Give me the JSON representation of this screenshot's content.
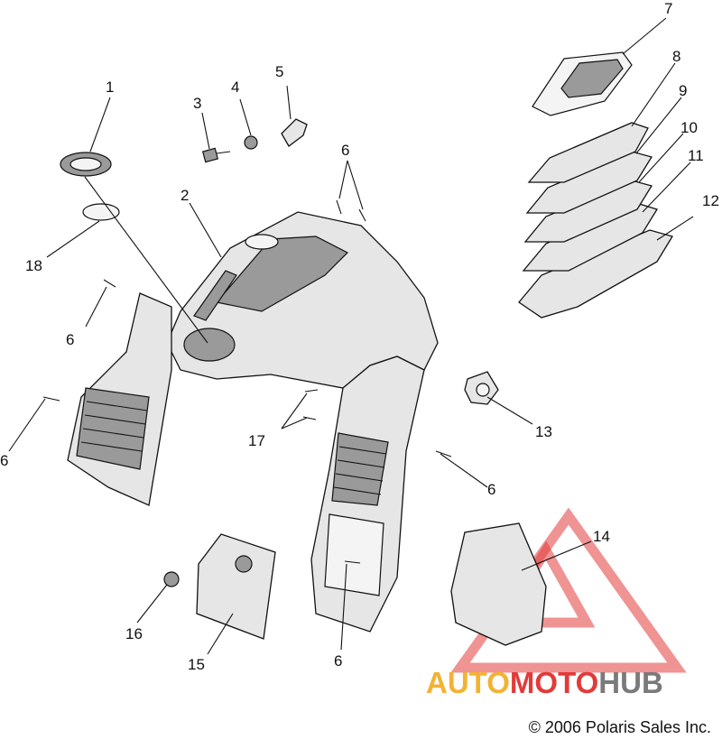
{
  "callouts": [
    {
      "id": "1",
      "label": "1"
    },
    {
      "id": "2",
      "label": "2"
    },
    {
      "id": "3",
      "label": "3"
    },
    {
      "id": "4",
      "label": "4"
    },
    {
      "id": "5",
      "label": "5"
    },
    {
      "id": "6a",
      "label": "6"
    },
    {
      "id": "6b",
      "label": "6"
    },
    {
      "id": "6c",
      "label": "6"
    },
    {
      "id": "6d",
      "label": "6"
    },
    {
      "id": "6e",
      "label": "6"
    },
    {
      "id": "7",
      "label": "7"
    },
    {
      "id": "8",
      "label": "8"
    },
    {
      "id": "9",
      "label": "9"
    },
    {
      "id": "10",
      "label": "10"
    },
    {
      "id": "11",
      "label": "11"
    },
    {
      "id": "12",
      "label": "12"
    },
    {
      "id": "13",
      "label": "13"
    },
    {
      "id": "14",
      "label": "14"
    },
    {
      "id": "15",
      "label": "15"
    },
    {
      "id": "16",
      "label": "16"
    },
    {
      "id": "17",
      "label": "17"
    },
    {
      "id": "18",
      "label": "18"
    }
  ],
  "watermark": {
    "part1": "AUTO",
    "part2": "MOTO",
    "part3": "HUB",
    "color1": "#f3b233",
    "color2": "#e23a3a",
    "color3": "#7a7a7a"
  },
  "copyright": "© 2006 Polaris Sales Inc."
}
